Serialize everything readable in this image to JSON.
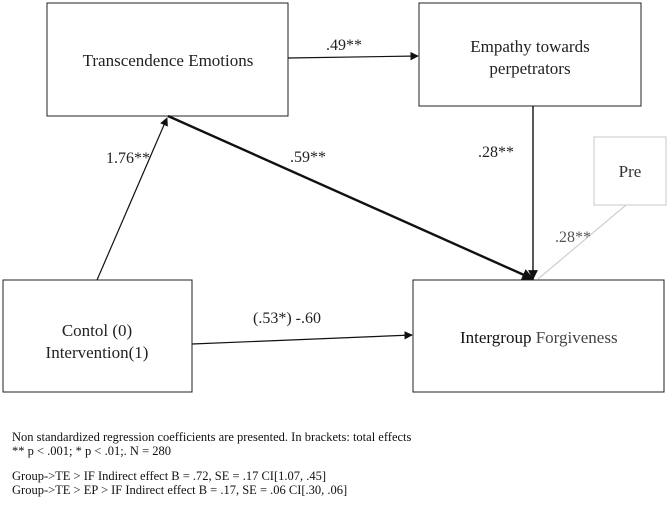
{
  "boxes": {
    "transcendence": "Transcendence Emotions",
    "empathy_line1": "Empathy towards",
    "empathy_line2": "perpetrators",
    "condition_line1": "Contol (0)",
    "condition_line2": "Intervention(1)",
    "forgiveness_a": "Intergroup",
    "forgiveness_b": " Forgiveness",
    "pre": "Pre"
  },
  "paths": {
    "te_to_ep": ".49**",
    "cond_to_te": "1.76**",
    "te_to_if": ".59**",
    "ep_to_if": ".28**",
    "pre_to_if": ".28**",
    "cond_to_if": "(.53*) -.60"
  },
  "notes": {
    "line1": "Non standardized regression coefficients are presented. In brackets: total effects",
    "line2": "** p < .001; * p < .01;. N = 280",
    "line3": "Group->TE > IF Indirect effect B = .72, SE = .17 CI[1.07, .45]",
    "line4": "Group->TE > EP > IF Indirect effect B = .17, SE = .06 CI[.30, .06]"
  }
}
